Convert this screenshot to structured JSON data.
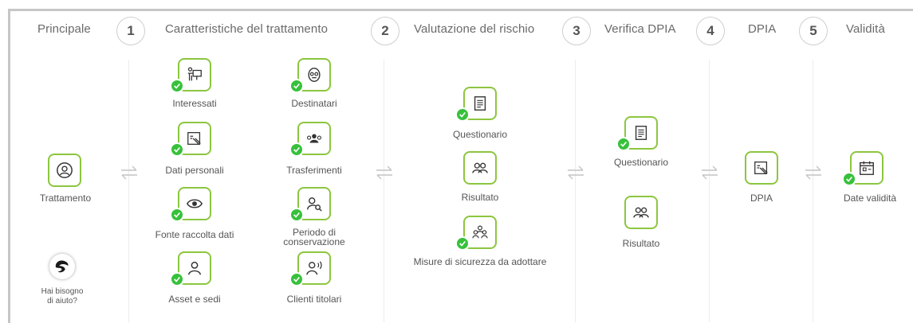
{
  "header": {
    "principale": "Principale",
    "steps": [
      {
        "num": "1",
        "label": "Caratteristiche del trattamento"
      },
      {
        "num": "2",
        "label": "Valutazione del rischio"
      },
      {
        "num": "3",
        "label": "Verifica DPIA"
      },
      {
        "num": "4",
        "label": "DPIA"
      },
      {
        "num": "5",
        "label": "Validità"
      }
    ]
  },
  "principale": {
    "trattamento": "Trattamento",
    "help": "Hai bisogno di aiuto?"
  },
  "step1": {
    "interessati": "Interessati",
    "destinatari": "Destinatari",
    "dati_personali": "Dati personali",
    "trasferimenti": "Trasferimenti",
    "fonte": "Fonte raccolta dati",
    "periodo": "Periodo di conservazione",
    "asset": "Asset e sedi",
    "clienti": "Clienti titolari"
  },
  "step2": {
    "questionario": "Questionario",
    "risultato": "Risultato",
    "misure": "Misure di sicurezza da adottare"
  },
  "step3": {
    "questionario": "Questionario",
    "risultato": "Risultato"
  },
  "step4": {
    "dpia": "DPIA"
  },
  "step5": {
    "date": "Date validità"
  },
  "colors": {
    "accent_border": "#8cc63f",
    "check": "#37c13b",
    "icon": "#333333"
  }
}
